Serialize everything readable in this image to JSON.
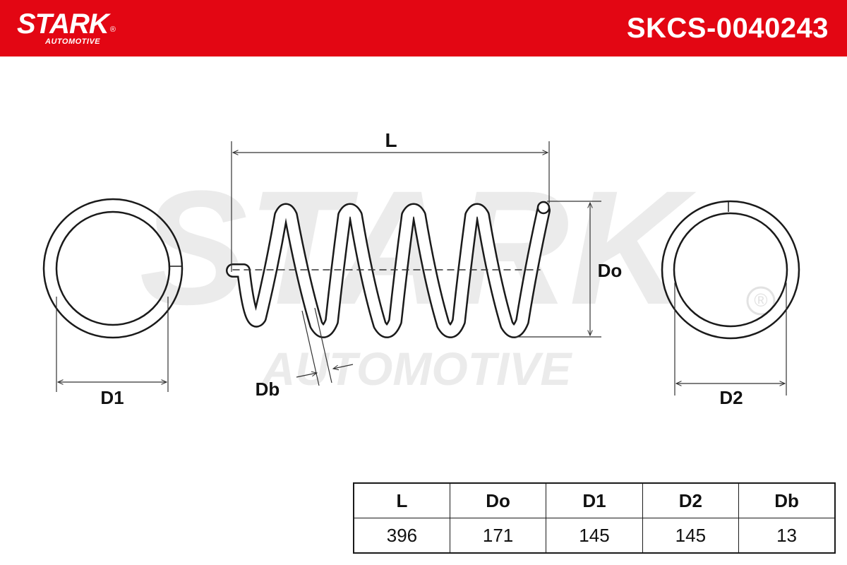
{
  "header": {
    "brand_name": "STARK",
    "brand_sub": "AUTOMOTIVE",
    "brand_reg": "®",
    "part_number": "SKCS-0040243",
    "color": "#e30613"
  },
  "watermark": {
    "line1": "STARK",
    "line2": "AUTOMOTIVE",
    "reg": "®"
  },
  "dimension_labels": {
    "length": "L",
    "outer_diameter": "Do",
    "end_diameter_1": "D1",
    "end_diameter_2": "D2",
    "wire_diameter": "Db"
  },
  "spec_table": {
    "headers": [
      "L",
      "Do",
      "D1",
      "D2",
      "Db"
    ],
    "values": [
      "396",
      "171",
      "145",
      "145",
      "13"
    ]
  }
}
